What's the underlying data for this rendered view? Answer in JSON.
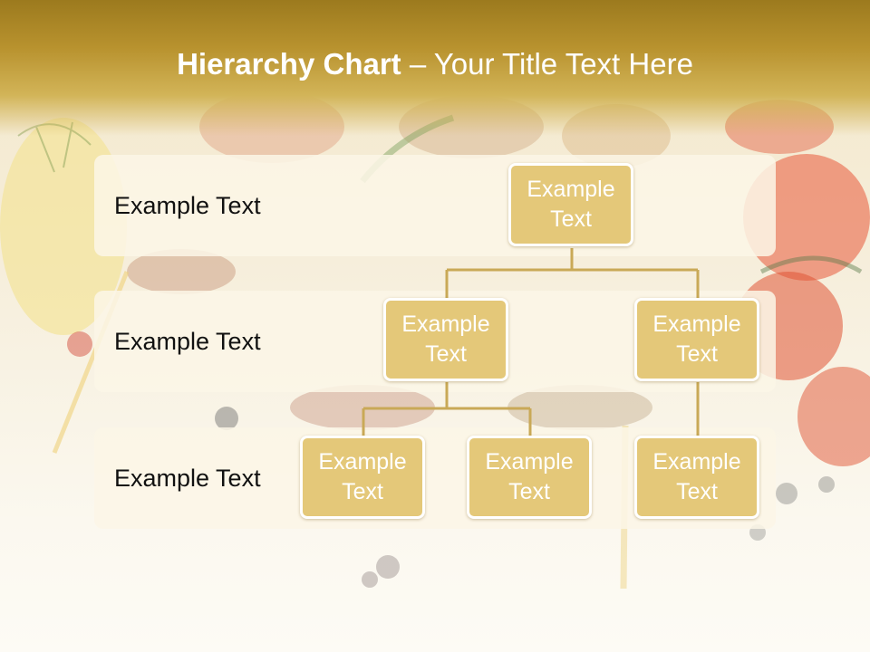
{
  "title": {
    "bold": "Hierarchy Chart",
    "dash": " – ",
    "rest": "Your Title Text Here"
  },
  "levels": [
    {
      "label": "Example Text"
    },
    {
      "label": "Example Text"
    },
    {
      "label": "Example Text"
    }
  ],
  "nodes": {
    "root": "Example Text",
    "l2_left": "Example Text",
    "l2_right": "Example Text",
    "l3_a": "Example Text",
    "l3_b": "Example Text",
    "l3_c": "Example Text"
  },
  "colors": {
    "header": "#b8922e",
    "node_fill": "#e4c879",
    "node_border": "#ffffff",
    "connector": "#c9a957"
  }
}
